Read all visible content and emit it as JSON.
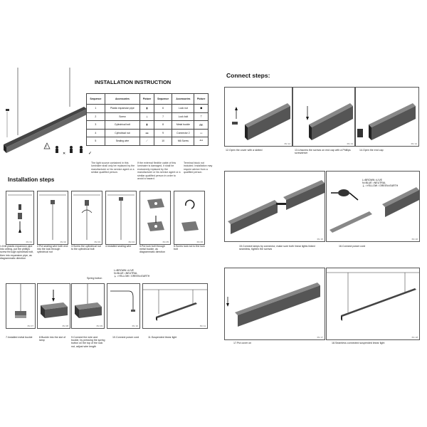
{
  "left": {
    "title": "INSTALLATION INSTRUCTION",
    "table_headers": [
      "Sequence",
      "Accessories",
      "Picture",
      "Sequence",
      "Accessories",
      "Picture"
    ],
    "table_rows": [
      {
        "s1": "1",
        "a1": "Plastic expansion pipe",
        "s2": "6",
        "a2": "Lock nut"
      },
      {
        "s1": "2",
        "a1": "Screw",
        "s2": "7",
        "a2": "Lock bolt"
      },
      {
        "s1": "3",
        "a1": "Cylindrical bolt",
        "s2": "8",
        "a2": "Metal buckle"
      },
      {
        "s1": "4",
        "a1": "Cylindrical nut",
        "s2": "9",
        "a2": "Connector 2"
      },
      {
        "s1": "5",
        "a1": "Sealing wire",
        "s2": "10",
        "a2": "M6 Screw"
      }
    ],
    "notes": [
      "The light source contained in this luminaire shall only be replaced by the manufacturer or his service agent or a similar qualified person.",
      "If the external flexible cable of this luminaire is damaged, it shall be exclusively replaced by the manufacturer or his service agent or a similar qualified person in order to avoid a hazard.",
      "Terminal block not included. Installation may require advice from a qualified person."
    ],
    "steps_title": "Installation steps",
    "captions": [
      "1.Drill plastic expansion pipe into ceiling, put the phillips screw through cylindrical bolt, then into expansion pipe, as diagrammatic direction",
      "2.Put sealing wire both end into the lock through cylindrical nut",
      "3.Screw the cylindrical nut to the cylindrical bolt",
      "4.Installed sealing wire",
      "5.Put lock bolt through metal buckle, as diagrammatic direction",
      "6.Screw lock nut to the lock bolt",
      "7.Installed metal buckle",
      "8.Buckle into the slot of lamp",
      "9.Connect the wire and buckle, by pressing the spring button on the top of the lock nut, adjust wire length",
      "10.Connect power cord",
      "11.Suspended linear light"
    ],
    "spring_button": "Spring button",
    "wiring": [
      "L=BROWN  =LIVE",
      "N=BLUE  =NEUTRAL",
      "⏚ =YELLOW / GREEN=EARTH"
    ],
    "page_nums": [
      "Pic 01",
      "Pic 02",
      "Pic 03",
      "Pic 04",
      "Pic 05",
      "Pic 06",
      "Pic 07",
      "Pic 08",
      "Pic 09",
      "Pic 10",
      "Pic 11"
    ]
  },
  "right": {
    "title": "Connect steps:",
    "captions": [
      "12.Open the cover with a slotted",
      "13.Unscrew the screws on end cap with a Phillips screwdriver",
      "14.Open the end cap",
      "15.Connect lamps by connector, make sure both linear lights linked seamless, tighten the screws",
      "16.Connect power cord",
      "17.Put cover on",
      "18.Seamless connected suspended linear light"
    ],
    "wiring": [
      "L=BROWN  =LIVE",
      "N=BLUE  =NEUTRAL",
      "⏚ =YELLOW / GREEN=EARTH"
    ],
    "page_nums": [
      "Pic 12",
      "Pic 13",
      "Pic 14",
      "Pic 15",
      "Pic 16",
      "Pic 17",
      "Pic 18"
    ]
  }
}
